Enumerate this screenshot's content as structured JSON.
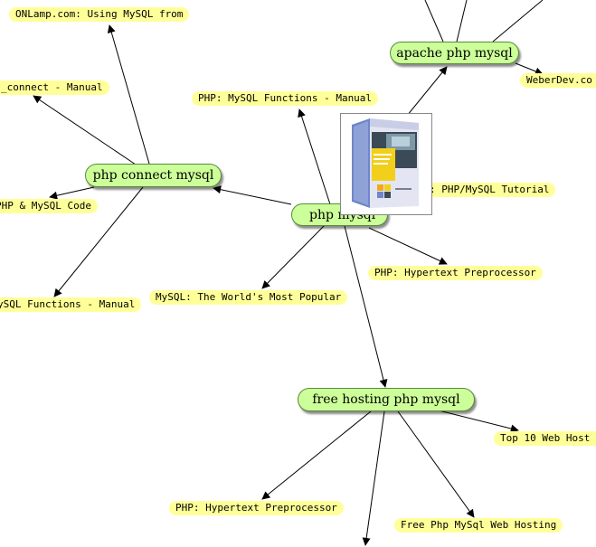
{
  "nodes": {
    "apache": "apache php mysql",
    "connect": "php connect mysql",
    "center": "php mysql",
    "hosting": "free hosting php mysql"
  },
  "links": {
    "onlamp": "ONLamp.com: Using MySQL from",
    "connect_manual": "_connect - Manual",
    "functions_manual_top": "PHP: MySQL Functions - Manual",
    "weberdev": "WeberDev.co",
    "tutorial": ": PHP/MySQL Tutorial",
    "php_mysql_code": "PHP & MySQL Code",
    "hypertext_right": "PHP: Hypertext Preprocessor",
    "functions_manual_left": "ySQL Functions - Manual",
    "worlds_most_popular": "MySQL: The World's Most Popular",
    "top10": "Top 10 Web Host",
    "hypertext_bottom": "PHP: Hypertext Preprocessor",
    "free_hosting": "Free Php MySql Web Hosting"
  },
  "colors": {
    "node_fill": "#ccff99",
    "link_fill": "#ffff99",
    "edge": "#000000"
  },
  "icons": {
    "book": "php-mysql-book-cover"
  }
}
